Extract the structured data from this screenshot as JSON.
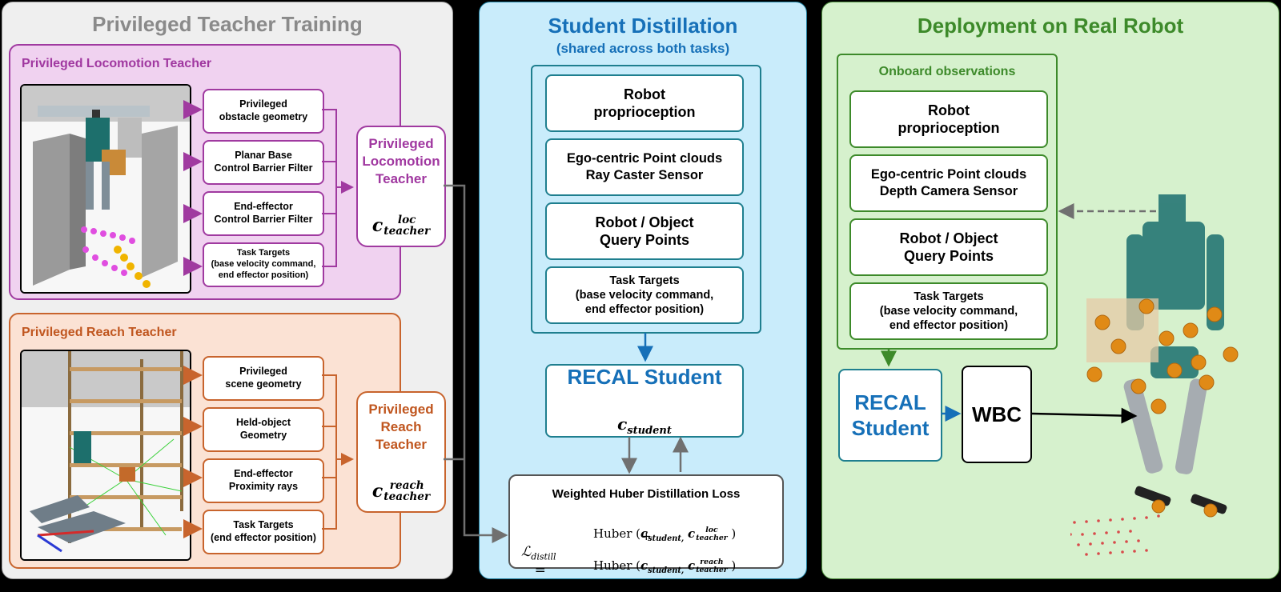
{
  "teacher_panel": {
    "title": "Privileged Teacher Training",
    "locomotion": {
      "section_title": "Privileged Locomotion Teacher",
      "inputs": [
        "Privileged\nobstacle geometry",
        "Planar Base\nControl Barrier Filter",
        "End-effector\nControl Barrier Filter",
        "Task Targets\n(base velocity command,\nend effector position)"
      ],
      "teacher_label": "Privileged\nLocomotion\nTeacher",
      "symbol_base": "c",
      "symbol_sup": "loc",
      "symbol_sub": "teacher"
    },
    "reach": {
      "section_title": "Privileged Reach Teacher",
      "inputs": [
        "Privileged\nscene geometry",
        "Held-object\nGeometry",
        "End-effector\nProximity rays",
        "Task Targets\n(end effector position)"
      ],
      "teacher_label": "Privileged\nReach\nTeacher",
      "symbol_base": "c",
      "symbol_sup": "reach",
      "symbol_sub": "teacher"
    }
  },
  "student_panel": {
    "title": "Student Distillation",
    "subtitle": "(shared across both tasks)",
    "inputs": [
      "Robot\nproprioception",
      "Ego-centric Point clouds\nRay Caster Sensor",
      "Robot / Object\nQuery Points",
      "Task Targets\n(base velocity command,\nend effector position)"
    ],
    "student_label": "RECAL Student",
    "student_symbol_base": "c",
    "student_symbol_sub": "student",
    "loss": {
      "title": "Weighted Huber Distillation Loss",
      "lhs_base": "ℒ",
      "lhs_sub": "distill",
      "equals": "=",
      "huber": "Huber",
      "plus": "+",
      "c_base": "c",
      "student_sub": "student,",
      "loc_sup": "loc",
      "reach_sup": "reach",
      "teacher_sub": "teacher"
    }
  },
  "deploy_panel": {
    "title": "Deployment on Real Robot",
    "obs_title": "Onboard observations",
    "inputs": [
      "Robot\nproprioception",
      "Ego-centric Point clouds\nDepth Camera Sensor",
      "Robot / Object\nQuery Points",
      "Task Targets\n(base velocity command,\nend effector position)"
    ],
    "student_label": "RECAL\nStudent",
    "wbc_label": "WBC"
  },
  "colors": {
    "teacher_bg": "#efefef",
    "loco_bg": "#f0d2f0",
    "loco_border": "#a03aa0",
    "loco_text": "#a038a0",
    "reach_bg": "#fbe2d4",
    "reach_border": "#c8642d",
    "reach_text": "#c0561f",
    "student_bg": "#c9ecfb",
    "student_accent": "#1670b8",
    "student_border": "#1f7f8f",
    "deploy_bg": "#d6f1cd",
    "deploy_accent": "#3d8a2a"
  }
}
